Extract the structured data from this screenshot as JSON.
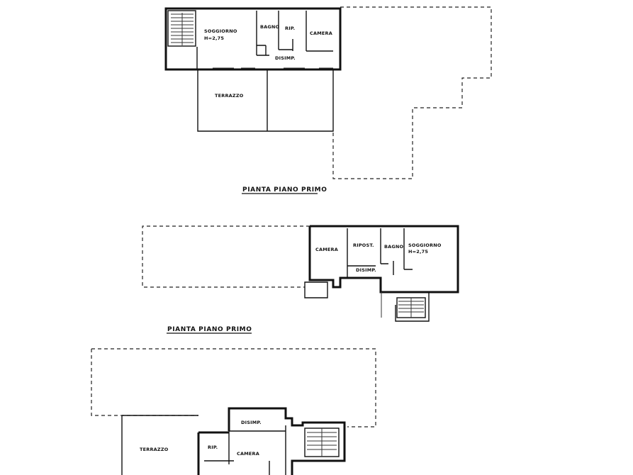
{
  "plans": [
    {
      "caption": "PIANTA PIANO PRIMO",
      "rooms": {
        "soggiorno": "SOGGIORNO",
        "soggiorno_h": "H=2,75",
        "bagno": "BAGNO",
        "rip": "RIP.",
        "camera": "CAMERA",
        "disimp": "DISIMP.",
        "terrazzo": "TERRAZZO"
      }
    },
    {
      "caption": "PIANTA PIANO PRIMO",
      "rooms": {
        "camera": "CAMERA",
        "ripost": "RIPOST.",
        "bagno": "BAGNO",
        "soggiorno": "SOGGIORNO",
        "soggiorno_h": "H=2,75",
        "disimp": "DISIMP."
      }
    },
    {
      "rooms": {
        "disimp": "DISIMP.",
        "terrazzo": "TERRAZZO",
        "rip": "RIP.",
        "camera": "CAMERA"
      }
    }
  ]
}
